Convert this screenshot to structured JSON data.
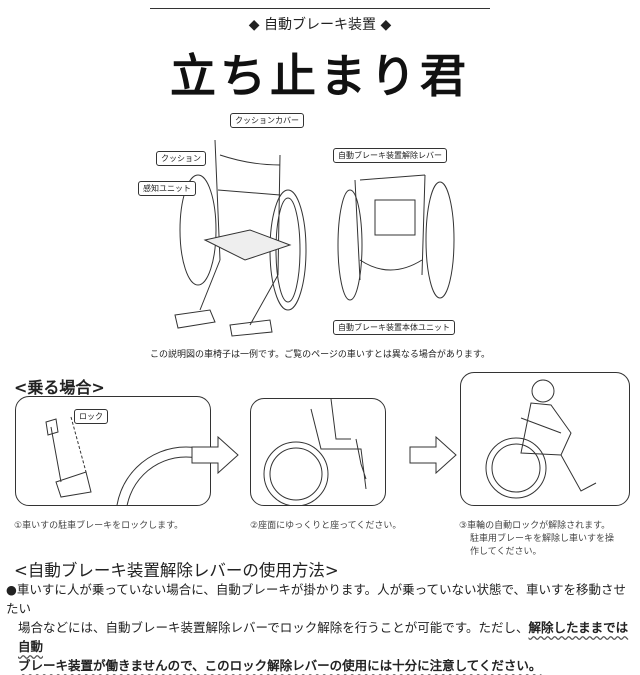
{
  "header": {
    "subtitle": "◆ 自動ブレーキ装置 ◆",
    "title": "立ち止まり君"
  },
  "diagram": {
    "labels": {
      "cushion_cover": "クッションカバー",
      "cushion": "クッション",
      "sensor_unit": "感知ユニット",
      "release_lever": "自動ブレーキ装置解除レバー",
      "main_unit": "自動ブレーキ装置本体ユニット"
    },
    "caption": "この説明図の車椅子は一例です。ご覧のページの車いすとは異なる場合があります。"
  },
  "boarding": {
    "heading": "<乗る場合>",
    "lock_label": "ロック",
    "steps": [
      {
        "text": "①車いすの駐車ブレーキをロックします。"
      },
      {
        "text": "②座面にゆっくりと座ってください。"
      },
      {
        "text": "③車輪の自動ロックが解除されます。",
        "text2": "駐車用ブレーキを解除し車いすを操",
        "text3": "作してください。"
      }
    ]
  },
  "usage": {
    "heading": "<自動ブレーキ装置解除レバーの使用方法>",
    "line1": "●車いすに人が乗っていない場合に、自動ブレーキが掛かります。人が乗っていない状態で、車いすを移動させたい",
    "line2a": "場合などには、自動ブレーキ装置解除レバーでロック解除を行うことが可能です。ただし、",
    "line2b": "解除したままでは自動",
    "line3": "ブレーキ装置が働きませんので、このロック解除レバーの使用には十分に注意してください。"
  }
}
